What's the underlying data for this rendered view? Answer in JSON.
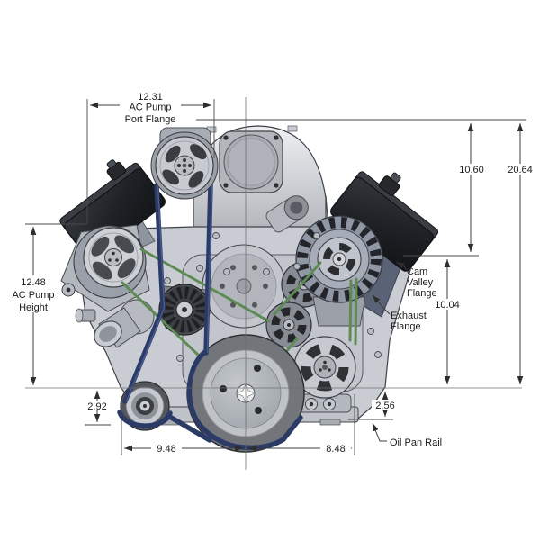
{
  "drawing": {
    "type": "engine-front-view-dimensioned-drawing",
    "dimensions": {
      "ac_pump_port_flange_width": "12.31",
      "ac_pump_port_flange_label": [
        "AC Pump",
        "Port Flange"
      ],
      "ac_pump_height": "12.48",
      "ac_pump_height_label": [
        "AC Pump",
        "Height"
      ],
      "top_to_cam_valley": "10.60",
      "overall_height": "20.64",
      "cam_valley_to_crank_line": "10.04",
      "crank_line_to_oil_pan_rail": "2.56",
      "crank_line_to_tensioner": "2.92",
      "crank_to_left_extent": "9.48",
      "crank_to_right_extent": "8.48"
    },
    "labels": {
      "cam_valley_flange": [
        "Cam",
        "Valley",
        "Flange"
      ],
      "exhaust_flange": [
        "Exhaust",
        "Flange"
      ],
      "oil_pan_rail": "Oil Pan Rail"
    },
    "colors": {
      "background": "#ffffff",
      "dimension_line": "#3c3c3c",
      "belt_blue": "#2c3a66",
      "belt_green": "#5e8b55",
      "valve_cover": "#202327",
      "engine_body": "#c9cdd3"
    }
  }
}
